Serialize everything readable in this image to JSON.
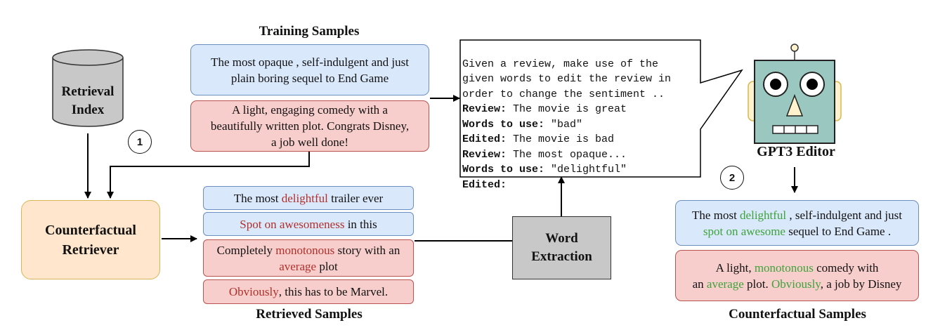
{
  "retrieval_index": {
    "line1": "Retrieval",
    "line2": "Index"
  },
  "counterfactual_retriever": {
    "line1": "Counterfactual",
    "line2": "Retriever"
  },
  "step1": "1",
  "step2": "2",
  "training_samples": {
    "title": "Training Samples",
    "sample1": {
      "line1": "The most opaque , self-indulgent and just",
      "line2": "plain boring sequel to End Game"
    },
    "sample2": {
      "line1": "A light, engaging comedy with a",
      "line2": "beautifully written  plot. Congrats Disney,",
      "line3": "a job well done!"
    }
  },
  "retrieved_samples": {
    "title": "Retrieved Samples",
    "s1": {
      "pre": "The most ",
      "hl": "delightful",
      "post": " trailer ever"
    },
    "s2": {
      "hl": "Spot on awesomeness",
      "post": " in this"
    },
    "s3": {
      "pre": "Completely ",
      "hl": "monotonous",
      "post": " story with an",
      "hl2": "average",
      "post2": " plot"
    },
    "s4": {
      "hl": "Obviously",
      "post": ", this has to be Marvel."
    }
  },
  "word_extraction": {
    "line1": "Word",
    "line2": "Extraction"
  },
  "prompt": {
    "l1": "Given a review, make use of the",
    "l2": "given words to edit the review in",
    "l3": "order to change the sentiment ..",
    "review_label": "Review:",
    "review1": " The movie is great",
    "words_label": "Words to use:",
    "words1": " \"bad\"",
    "edited_label": "Edited:",
    "edited1": " The movie is bad",
    "review2": " The most opaque...",
    "words2": " \"delightful\""
  },
  "gpt3_editor": "GPT3 Editor",
  "counterfactual_samples": {
    "title": "Counterfactual Samples",
    "c1": {
      "pre": "The most ",
      "hl": "delightful",
      "mid": " , self-indulgent and just",
      "hl2": "spot on awesome",
      "post": " sequel to End Game ."
    },
    "c2": {
      "pre": "A light, ",
      "hl": "monotonous",
      "mid": " comedy with",
      "pre2": "an ",
      "hl2": "average",
      "mid2": " plot. ",
      "hl3": "Obviously",
      "post": ", a job by Disney"
    }
  },
  "colors": {
    "blue_fill": "#dae8fc",
    "red_fill": "#f8cecc",
    "retriever_fill": "#ffe6cc",
    "grey_fill": "#c8c8c8",
    "robot_fill": "#9ac7bf",
    "highlight_red": "#b0302a",
    "highlight_green": "#3ea33a"
  }
}
